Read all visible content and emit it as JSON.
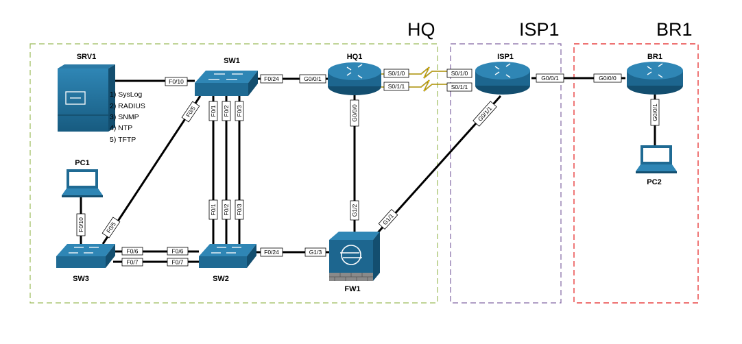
{
  "zones": [
    {
      "id": "hq",
      "title": "HQ",
      "color": "#9bbb59"
    },
    {
      "id": "isp1",
      "title": "ISP1",
      "color": "#8064a2"
    },
    {
      "id": "br1",
      "title": "BR1",
      "color": "#e41b1b"
    }
  ],
  "devices": {
    "srv1": {
      "label": "SRV1",
      "type": "server"
    },
    "sw1": {
      "label": "SW1",
      "type": "switch"
    },
    "sw2": {
      "label": "SW2",
      "type": "switch"
    },
    "sw3": {
      "label": "SW3",
      "type": "switch"
    },
    "hq1": {
      "label": "HQ1",
      "type": "router"
    },
    "isp1": {
      "label": "ISP1",
      "type": "router"
    },
    "br1": {
      "label": "BR1",
      "type": "router"
    },
    "fw1": {
      "label": "FW1",
      "type": "firewall"
    },
    "pc1": {
      "label": "PC1",
      "type": "laptop"
    },
    "pc2": {
      "label": "PC2",
      "type": "laptop"
    }
  },
  "services": [
    "1) SysLog",
    "2) RADIUS",
    "3) SNMP",
    "4) NTP",
    "5) TFTP"
  ],
  "ports": {
    "srv1_sw1": "F0/10",
    "sw1_hq1_a": "F0/24",
    "sw1_hq1_b": "G0/0/1",
    "sw1_f05": "F0/5",
    "sw1_f01": "F0/1",
    "sw1_f02": "F0/2",
    "sw1_f03": "F0/3",
    "sw2_f01": "F0/1",
    "sw2_f02": "F0/2",
    "sw2_f03": "F0/3",
    "sw3_f05": "F0/5",
    "pc1_f010": "F0/10",
    "sw3_f06": "F0/6",
    "sw3_f07": "F0/7",
    "sw2_f06": "F0/6",
    "sw2_f07": "F0/7",
    "sw2_f024": "F0/24",
    "fw1_g13": "G1/3",
    "fw1_g12": "G1/2",
    "fw1_g11": "G1/1",
    "hq1_g000": "G0/0/0",
    "hq1_s010": "S0/1/0",
    "hq1_s011": "S0/1/1",
    "isp1_s010": "S0/1/0",
    "isp1_s011": "S0/1/1",
    "isp1_g001": "G0/0/1",
    "isp1_g011": "G0/1/1",
    "br1_g000": "G0/0/0",
    "br1_g001": "G0/0/1"
  },
  "colors": {
    "device_blue": "#1f6a93",
    "device_dark": "#134e6f",
    "serial_link": "#ffd400"
  }
}
